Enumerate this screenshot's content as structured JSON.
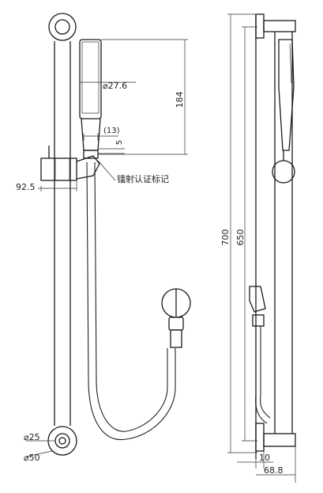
{
  "dimensions": {
    "shower_head_diameter": "⌀27.6",
    "shower_head_length": "184",
    "connector_width": "(13)",
    "connector_gap": "5",
    "slider_offset": "92.5",
    "radiation_mark_label": "镭射认证标记",
    "pin_diameter": "⌀25",
    "bracket_diameter": "⌀50",
    "total_height": "700",
    "rail_length": "650",
    "wall_offset": "10",
    "total_depth": "68.8"
  }
}
